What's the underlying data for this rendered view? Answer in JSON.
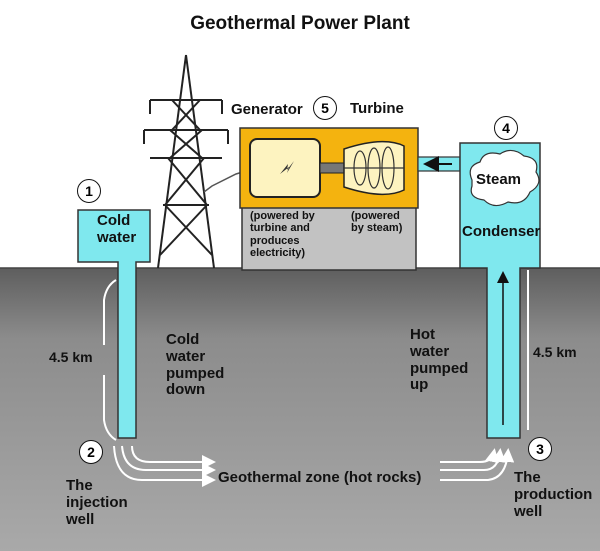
{
  "title": "Geothermal Power Plant",
  "markers": [
    "1",
    "2",
    "3",
    "4",
    "5"
  ],
  "labels": {
    "generator": "Generator",
    "turbine": "Turbine",
    "generator_note": "(powered by\nturbine and\nproduces\nelectricity)",
    "turbine_note": "(powered\nby steam)",
    "cold_water": "Cold\nwater",
    "condenser": "Condenser",
    "steam": "Steam",
    "depth_left": "4.5 km",
    "depth_right": "4.5 km",
    "cold_pumped": "Cold\nwater\npumped\ndown",
    "hot_pumped": "Hot\nwater\npumped\nup",
    "geo_zone": "Geothermal zone (hot rocks)",
    "injection_well": "The\ninjection\nwell",
    "production_well": "The\nproduction\nwell"
  },
  "colors": {
    "water": "#7fe8ee",
    "plant_frame": "#f4b30f",
    "plant_base": "#c2c2c2",
    "ground": "#9a9a9a",
    "cream": "#fdf3c0"
  }
}
